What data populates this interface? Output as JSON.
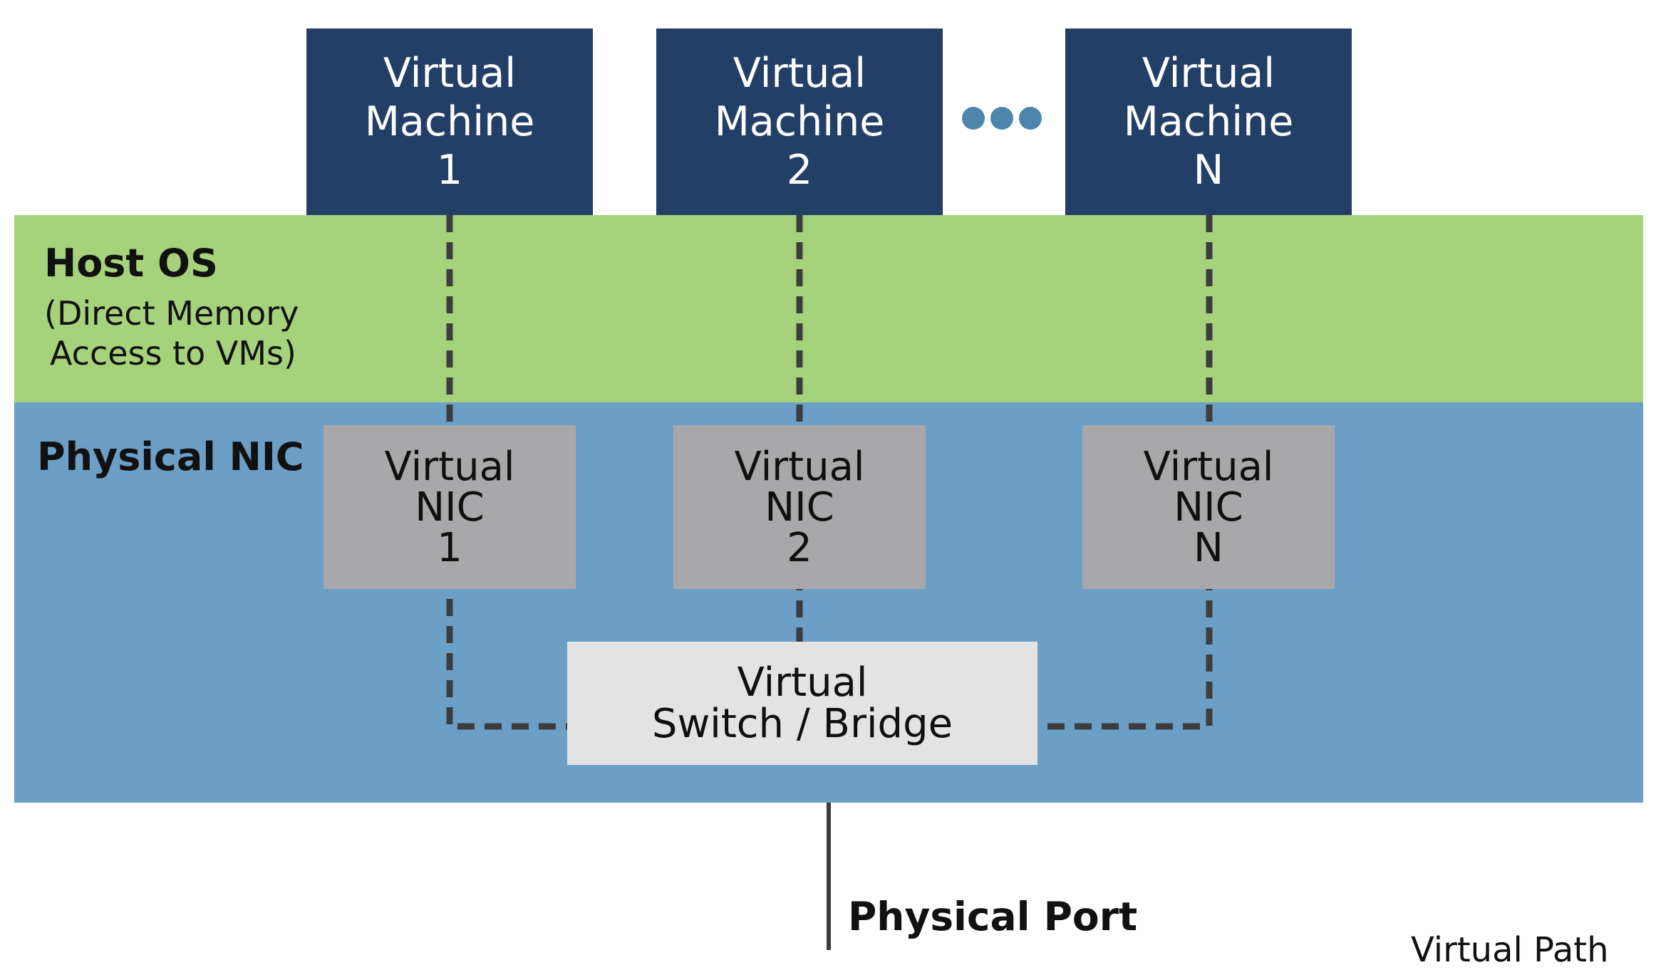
{
  "host_os": {
    "title": "Host OS",
    "subtitle_line1": "(Direct Memory",
    "subtitle_line2": "Access to VMs)"
  },
  "physical_nic": {
    "title": "Physical NIC"
  },
  "virtual_machines": [
    {
      "line1": "Virtual",
      "line2": "Machine",
      "line3": "1"
    },
    {
      "line1": "Virtual",
      "line2": "Machine",
      "line3": "2"
    },
    {
      "line1": "Virtual",
      "line2": "Machine",
      "line3": "N"
    }
  ],
  "virtual_nics": [
    {
      "line1": "Virtual",
      "line2": "NIC",
      "line3": "1"
    },
    {
      "line1": "Virtual",
      "line2": "NIC",
      "line3": "2"
    },
    {
      "line1": "Virtual",
      "line2": "NIC",
      "line3": "N"
    }
  ],
  "virtual_switch": {
    "line1": "Virtual",
    "line2": "Switch / Bridge"
  },
  "physical_port": {
    "label": "Physical Port"
  },
  "cut_off_label": "Virtual Path",
  "colors": {
    "vm_fill": "#243f67",
    "host_os_band": "#a5d27a",
    "physical_nic_band": "#6c9fc6",
    "vnic_fill": "#a8a8ab",
    "switch_fill": "#e3e3e3",
    "ellipsis_dots": "#4d86ad",
    "link_line": "#3d3d3f"
  }
}
